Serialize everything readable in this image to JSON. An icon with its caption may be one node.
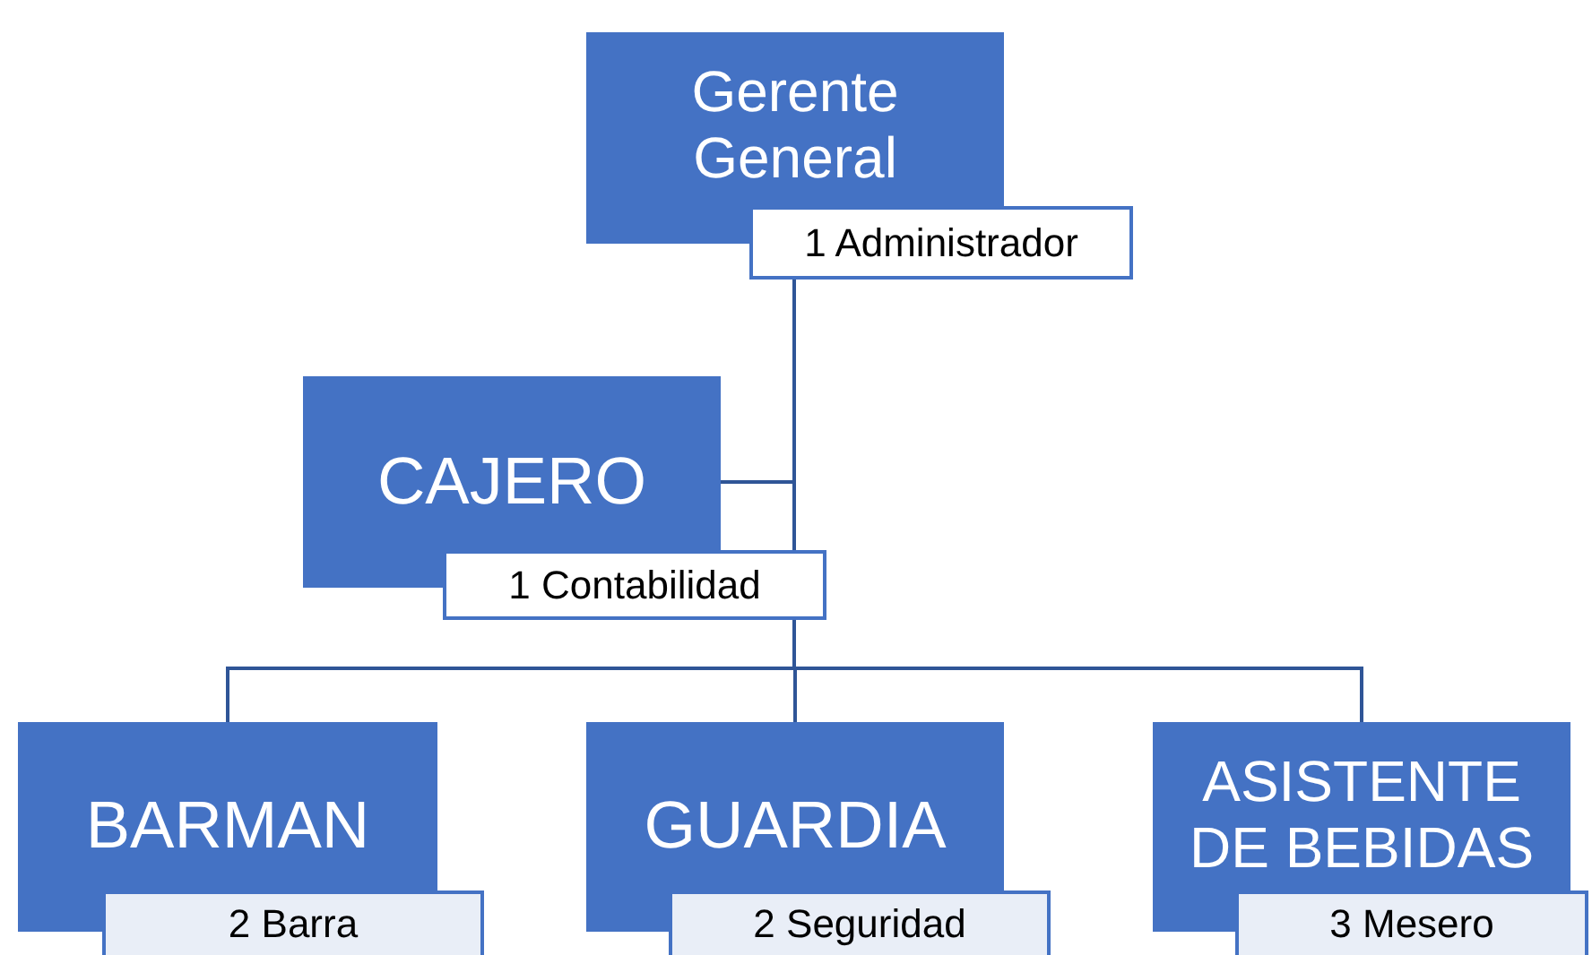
{
  "diagram": {
    "nodes": [
      {
        "text": [
          "Gerente General",
          "1 Administrador"
        ]
      },
      {
        "text": [
          "CAJERO",
          "1 Contabilidad"
        ]
      },
      {
        "text": [
          "BARMAN",
          "2 Barra"
        ]
      },
      {
        "text": [
          "GUARDIA",
          "2 Seguridad"
        ]
      },
      {
        "text": [
          "ASISTENTE DE BEBIDAS",
          "3 Mesero"
        ]
      }
    ],
    "edges": [
      {
        "from": 0,
        "to": 1,
        "arrow": "none"
      },
      {
        "from": 0,
        "to": 2,
        "arrow": "none"
      },
      {
        "from": 0,
        "to": 3,
        "arrow": "none"
      },
      {
        "from": 0,
        "to": 4,
        "arrow": "none"
      }
    ]
  }
}
